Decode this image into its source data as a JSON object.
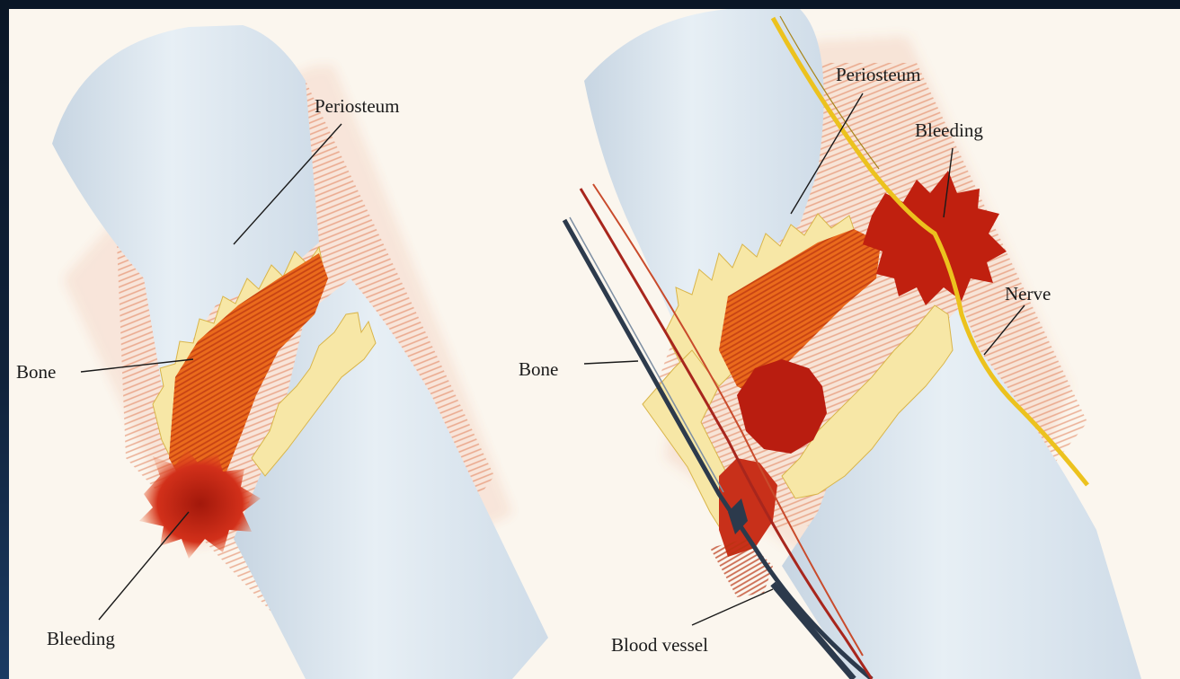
{
  "labels": {
    "left": {
      "periosteum": "Periosteum",
      "bone": "Bone",
      "bleeding": "Bleeding"
    },
    "right": {
      "periosteum": "Periosteum",
      "bleeding": "Bleeding",
      "nerve": "Nerve",
      "bone": "Bone",
      "blood_vessel": "Blood vessel"
    }
  },
  "colors": {
    "bone": "#dfe9f1",
    "bone_shadow": "#b9c9d8",
    "periosteum_lines": "#e07a52",
    "fracture_orange": "#ea6a1c",
    "bleeding_red": "#c0200f",
    "nerve_yellow": "#ecc21e",
    "vessel_dark": "#2c3a4c",
    "vessel_red": "#a8261d",
    "fringe_yellow": "#f7e7a6"
  }
}
